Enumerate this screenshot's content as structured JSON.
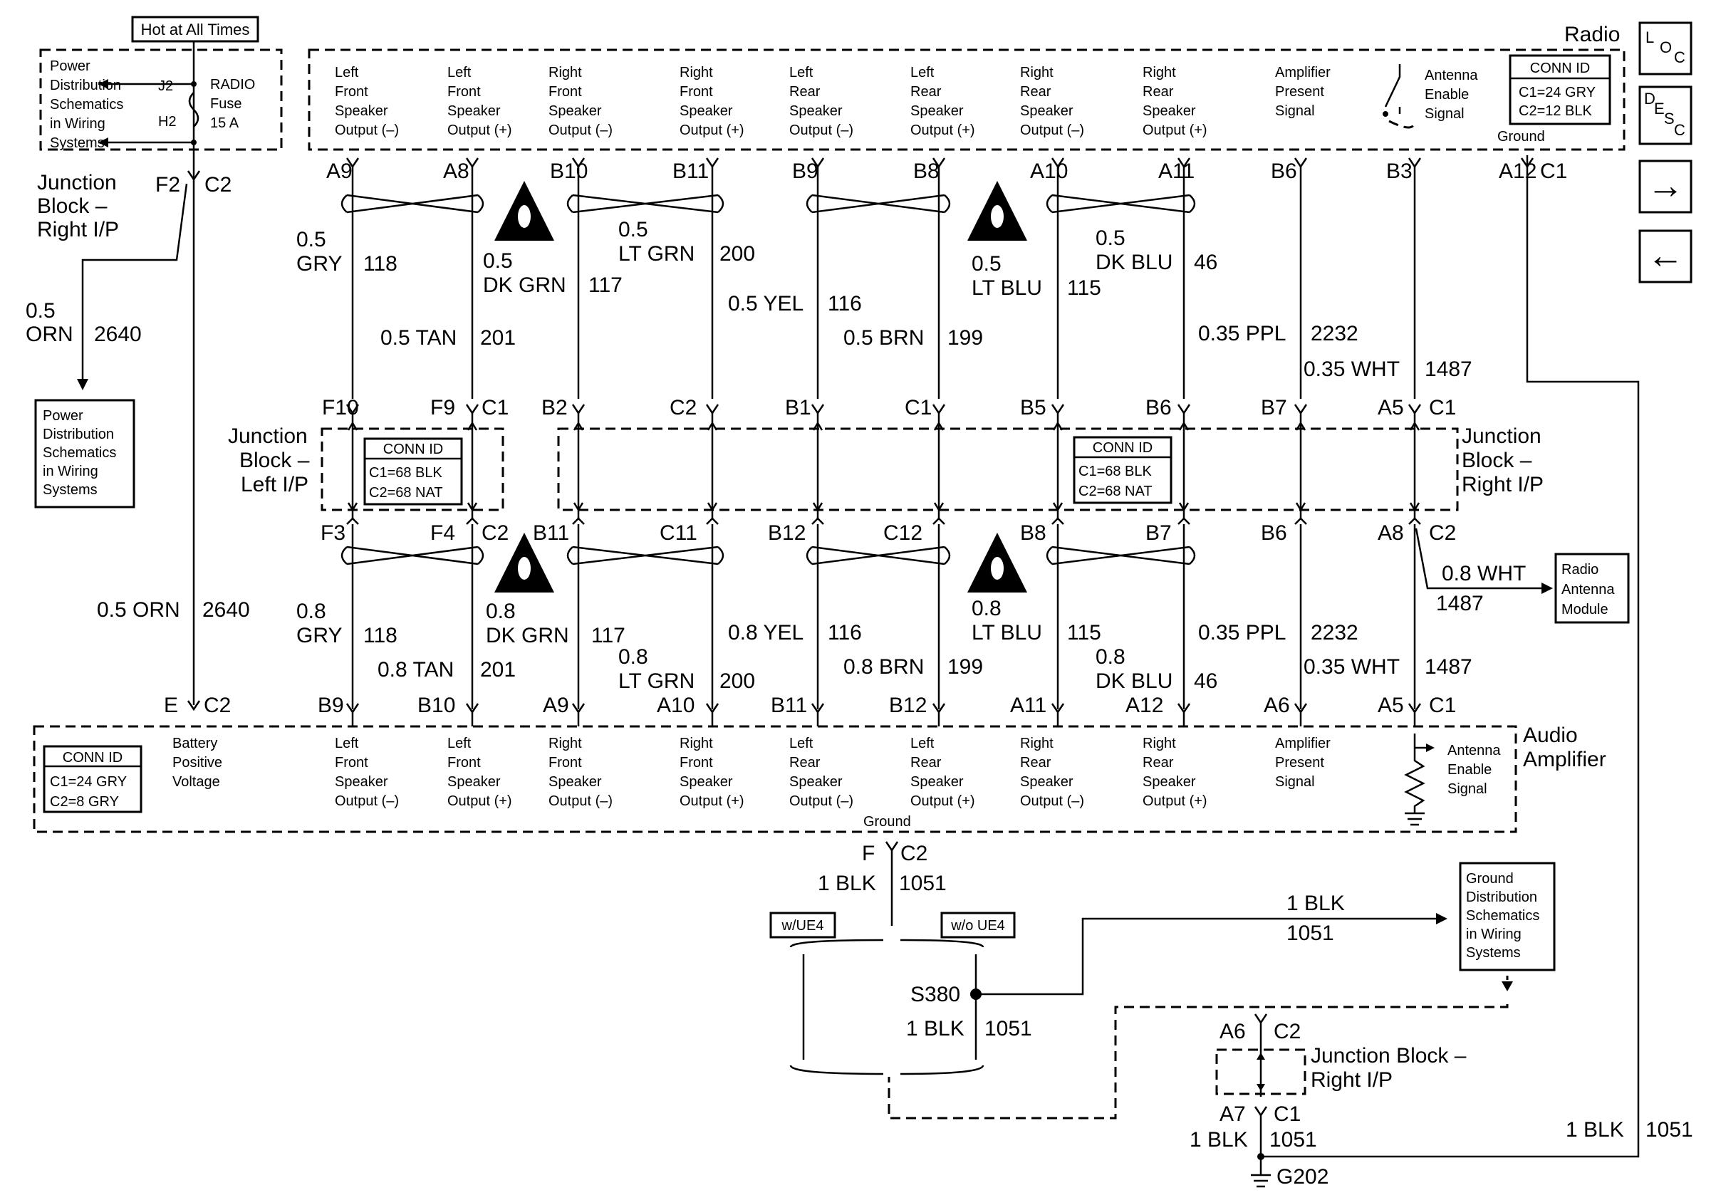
{
  "hot_label": "Hot at All Times",
  "power_dist_top": [
    "Power",
    "Distribution",
    "Schematics",
    "in Wiring",
    "Systems"
  ],
  "fuse": {
    "pin_in": "J2",
    "pin_out": "H2",
    "name": [
      "RADIO",
      "Fuse",
      "15 A"
    ]
  },
  "jb_right_top": {
    "lines": [
      "Junction",
      "Block –",
      "Right I/P"
    ],
    "pin": "F2",
    "conn": "C2"
  },
  "feed_wire": {
    "gauge": "0.5",
    "color": "ORN",
    "circuit": "2640"
  },
  "power_dist_left": [
    "Power",
    "Distribution",
    "Schematics",
    "in Wiring",
    "Systems"
  ],
  "feed_wire_lower": {
    "label": "0.5 ORN",
    "circuit": "2640"
  },
  "radio": {
    "title": "Radio",
    "conn_id": {
      "title": "CONN ID",
      "lines": [
        "C1=24 GRY",
        "C2=12 BLK"
      ]
    },
    "outputs": [
      [
        "Left",
        "Front",
        "Speaker",
        "Output (–)"
      ],
      [
        "Left",
        "Front",
        "Speaker",
        "Output (+)"
      ],
      [
        "Right",
        "Front",
        "Speaker",
        "Output (–)"
      ],
      [
        "Right",
        "Front",
        "Speaker",
        "Output (+)"
      ],
      [
        "Left",
        "Rear",
        "Speaker",
        "Output (–)"
      ],
      [
        "Left",
        "Rear",
        "Speaker",
        "Output (+)"
      ],
      [
        "Right",
        "Rear",
        "Speaker",
        "Output (–)"
      ],
      [
        "Right",
        "Rear",
        "Speaker",
        "Output (+)"
      ],
      [
        "Amplifier",
        "Present",
        "Signal"
      ]
    ],
    "antenna": [
      "Antenna",
      "Enable",
      "Signal"
    ],
    "ground": "Ground",
    "pins": [
      "A9",
      "A8",
      "B10",
      "B11",
      "B9",
      "B8",
      "A10",
      "A11",
      "B6",
      "B3",
      "A12",
      "C1"
    ]
  },
  "upper_wires": [
    {
      "gauge": "0.5",
      "color": "GRY",
      "circuit": "118"
    },
    {
      "gauge": "0.5",
      "color": "TAN",
      "circuit": "201"
    },
    {
      "gauge": "0.5",
      "color": "DK GRN",
      "circuit": "117"
    },
    {
      "gauge": "0.5",
      "color": "LT GRN",
      "circuit": "200"
    },
    {
      "gauge": "0.5",
      "color": "YEL",
      "circuit": "116"
    },
    {
      "gauge": "0.5",
      "color": "BRN",
      "circuit": "199"
    },
    {
      "gauge": "0.5",
      "color": "LT BLU",
      "circuit": "115"
    },
    {
      "gauge": "0.5",
      "color": "DK BLU",
      "circuit": "46"
    },
    {
      "gauge": "0.35",
      "color": "PPL",
      "circuit": "2232"
    },
    {
      "gauge": "0.35",
      "color": "WHT",
      "circuit": "1487"
    }
  ],
  "jb_upper_pins": [
    "F10",
    "F9",
    "C1",
    "B2",
    "C2",
    "B1",
    "C1",
    "B5",
    "B6",
    "B7",
    "A5",
    "C1"
  ],
  "jb_left": {
    "lines": [
      "Junction",
      "Block –",
      "Left I/P"
    ],
    "conn_id": {
      "title": "CONN ID",
      "lines": [
        "C1=68 BLK",
        "C2=68 NAT"
      ]
    }
  },
  "jb_right": {
    "lines": [
      "Junction",
      "Block –",
      "Right I/P"
    ],
    "conn_id": {
      "title": "CONN ID",
      "lines": [
        "C1=68 BLK",
        "C2=68 NAT"
      ]
    }
  },
  "jb_lower_pins": [
    "F3",
    "F4",
    "C2",
    "B11",
    "C11",
    "B12",
    "C12",
    "B8",
    "B7",
    "B6",
    "A8",
    "C2"
  ],
  "lower_wires": [
    {
      "gauge": "0.8",
      "color": "GRY",
      "circuit": "118"
    },
    {
      "gauge": "0.8",
      "color": "TAN",
      "circuit": "201"
    },
    {
      "gauge": "0.8",
      "color": "DK GRN",
      "circuit": "117"
    },
    {
      "gauge": "0.8",
      "color": "LT GRN",
      "circuit": "200"
    },
    {
      "gauge": "0.8",
      "color": "YEL",
      "circuit": "116"
    },
    {
      "gauge": "0.8",
      "color": "BRN",
      "circuit": "199"
    },
    {
      "gauge": "0.8",
      "color": "LT BLU",
      "circuit": "115"
    },
    {
      "gauge": "0.8",
      "color": "DK BLU",
      "circuit": "46"
    },
    {
      "gauge": "0.35",
      "color": "PPL",
      "circuit": "2232"
    },
    {
      "gauge": "0.35",
      "color": "WHT",
      "circuit": "1487"
    }
  ],
  "antenna_module": {
    "wire": "0.8 WHT",
    "circuit": "1487",
    "lines": [
      "Radio",
      "Antenna",
      "Module"
    ]
  },
  "amp_pins": [
    "E",
    "C2",
    "B9",
    "B10",
    "A9",
    "A10",
    "B11",
    "B12",
    "A11",
    "A12",
    "A6",
    "A5",
    "C1"
  ],
  "amplifier": {
    "title": [
      "Audio",
      "Amplifier"
    ],
    "conn_id": {
      "title": "CONN ID",
      "lines": [
        "C1=24 GRY",
        "C2=8 GRY"
      ]
    },
    "battery": [
      "Battery",
      "Positive",
      "Voltage"
    ],
    "inputs": [
      [
        "Left",
        "Front",
        "Speaker",
        "Output (–)"
      ],
      [
        "Left",
        "Front",
        "Speaker",
        "Output (+)"
      ],
      [
        "Right",
        "Front",
        "Speaker",
        "Output (–)"
      ],
      [
        "Right",
        "Front",
        "Speaker",
        "Output (+)"
      ],
      [
        "Left",
        "Rear",
        "Speaker",
        "Output (–)"
      ],
      [
        "Left",
        "Rear",
        "Speaker",
        "Output (+)"
      ],
      [
        "Right",
        "Rear",
        "Speaker",
        "Output (–)"
      ],
      [
        "Right",
        "Rear",
        "Speaker",
        "Output (+)"
      ],
      [
        "Amplifier",
        "Present",
        "Signal"
      ]
    ],
    "antenna": [
      "Antenna",
      "Enable",
      "Signal"
    ],
    "ground": "Ground"
  },
  "ground_circuit": {
    "amp_pin": "F",
    "amp_conn": "C2",
    "wire": "1 BLK",
    "circuit": "1051",
    "option_with": "w/UE4",
    "option_without": "w/o UE4",
    "splice": "S380",
    "splice_wire": "1 BLK",
    "splice_circuit": "1051",
    "gd_wire": "1 BLK",
    "gd_circuit": "1051",
    "ground_dist": [
      "Ground",
      "Distribution",
      "Schematics",
      "in Wiring",
      "Systems"
    ],
    "jb_pin_top": "A6",
    "jb_conn_top": "C2",
    "jb_lines": [
      "Junction Block –",
      "Right I/P"
    ],
    "jb_pin_bottom": "A7",
    "jb_conn_bottom": "C1",
    "g_wire": "1 BLK",
    "g_circuit": "1051",
    "ground_point": "G202",
    "radio_gnd_wire": "1 BLK",
    "radio_gnd_circuit": "1051"
  },
  "nav": {
    "loc": [
      "L",
      "O",
      "C"
    ],
    "desc": [
      "D",
      "E",
      "S",
      "C"
    ],
    "next": "→",
    "prev": "←"
  }
}
